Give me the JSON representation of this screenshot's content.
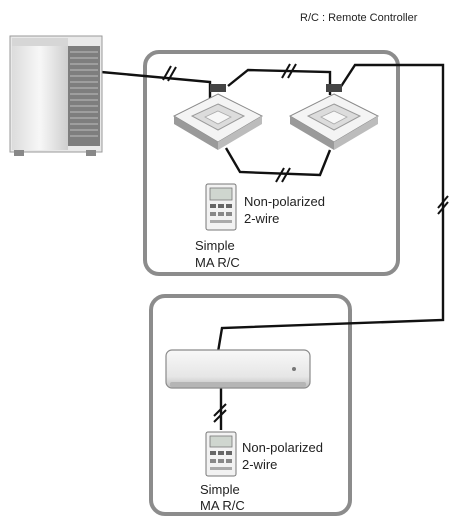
{
  "legend": {
    "text": "R/C : Remote Controller"
  },
  "groups": [
    {
      "remote": {
        "label_lines": [
          "Simple",
          "MA R/C"
        ]
      },
      "wire": {
        "label_lines": [
          "Non-polarized",
          "2-wire"
        ]
      }
    },
    {
      "remote": {
        "label_lines": [
          "Simple",
          "MA R/C"
        ]
      },
      "wire": {
        "label_lines": [
          "Non-polarized",
          "2-wire"
        ]
      }
    }
  ],
  "colors": {
    "panel_border": "#8c8c8c",
    "panel_fill": "#ffffff",
    "wire": "#111111",
    "unit_light": "#f2f2f2",
    "unit_mid": "#cfcfcf",
    "unit_dark": "#7a7a7a"
  },
  "icons": {
    "outdoor_unit": "outdoor-unit-icon",
    "ceiling_cassette": "ceiling-cassette-icon",
    "wall_mounted": "wall-mounted-unit-icon",
    "remote": "remote-controller-icon"
  }
}
